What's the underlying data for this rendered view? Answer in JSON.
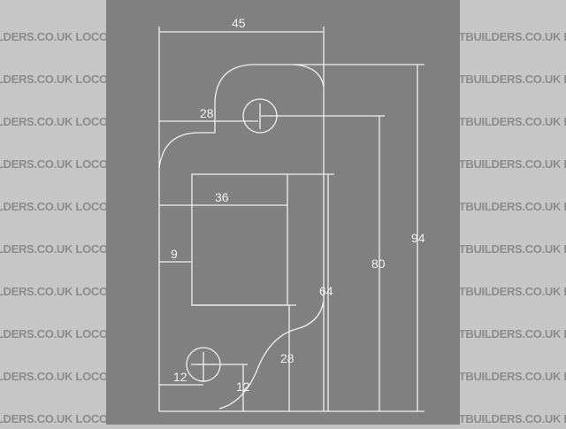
{
  "watermark": {
    "text_left": "ERS.CO.UK",
    "text_brand": "LOCOSTBUILDERS.CO.UK",
    "rows": 10
  },
  "drawing": {
    "background": "#808080",
    "line_color": "#f0f0f0",
    "dimensions": {
      "width_overall": "45",
      "hole_offset_x": "28",
      "window_right": "36",
      "window_left": "9",
      "window_top_height": "64",
      "hole_height": "80",
      "height_overall": "94",
      "window_bottom_height": "28",
      "small_hole_x": "12",
      "small_hole_y": "12"
    }
  }
}
